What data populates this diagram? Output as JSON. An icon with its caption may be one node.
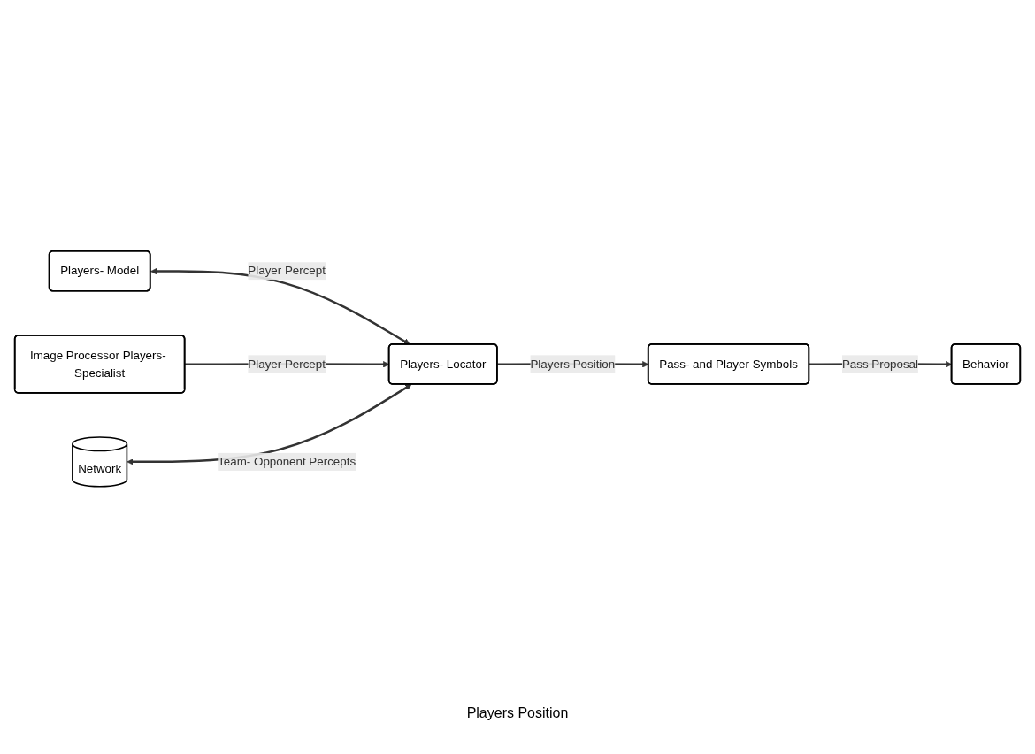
{
  "diagram": {
    "nodes": [
      {
        "text": [
          "Players- Model"
        ]
      },
      {
        "text": [
          "Image Processor Players- Specialist"
        ]
      },
      {
        "text": [
          "Players- Locator"
        ]
      },
      {
        "text": [
          "Pass- and Player Symbols"
        ]
      },
      {
        "text": [
          "Behavior"
        ]
      },
      {
        "text": [
          "Network"
        ]
      }
    ],
    "edges": [
      {
        "from": 0,
        "to": 2,
        "arrow": "both",
        "label": "Player Percept"
      },
      {
        "from": 1,
        "to": 2,
        "arrow": "to",
        "label": "Player Percept"
      },
      {
        "from": 2,
        "to": 3,
        "arrow": "to",
        "label": "Players Position"
      },
      {
        "from": 3,
        "to": 4,
        "arrow": "to",
        "label": "Pass Proposal"
      },
      {
        "from": 5,
        "to": 2,
        "arrow": "both",
        "label": "Team- Opponent Percepts"
      }
    ],
    "labels": [
      "Players Position"
    ]
  }
}
